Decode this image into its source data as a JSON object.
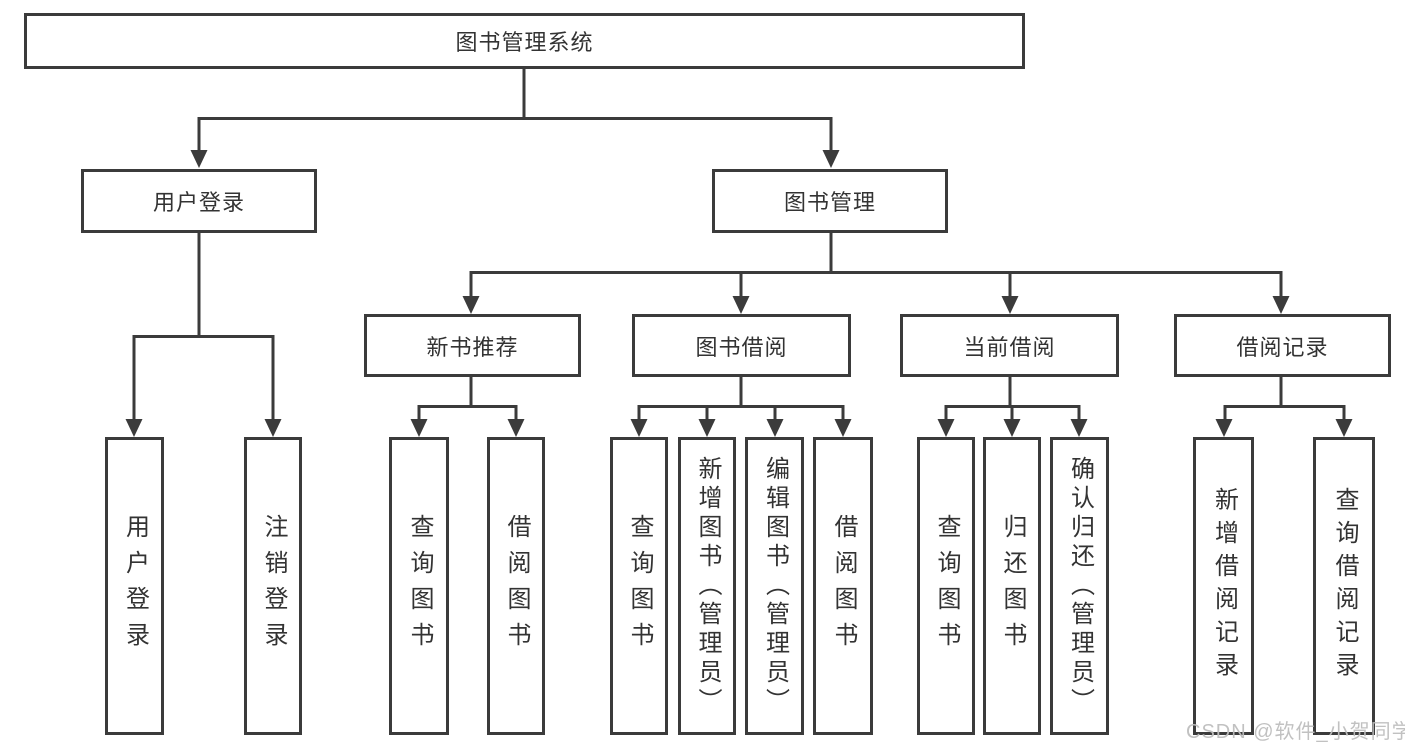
{
  "root": {
    "label": "图书管理系统"
  },
  "level2": [
    {
      "id": "user-login",
      "label": "用户登录"
    },
    {
      "id": "book-management",
      "label": "图书管理"
    }
  ],
  "level3": [
    {
      "id": "new-book-recommendation",
      "parent": "图书管理",
      "label": "新书推荐"
    },
    {
      "id": "book-borrowing",
      "parent": "图书管理",
      "label": "图书借阅"
    },
    {
      "id": "current-borrowing",
      "parent": "图书管理",
      "label": "当前借阅"
    },
    {
      "id": "borrowing-records",
      "parent": "图书管理",
      "label": "借阅记录"
    }
  ],
  "level4": [
    {
      "parent": "用户登录",
      "label": "用户登录"
    },
    {
      "parent": "用户登录",
      "label": "注销登录"
    },
    {
      "parent": "新书推荐",
      "label": "查询图书"
    },
    {
      "parent": "新书推荐",
      "label": "借阅图书"
    },
    {
      "parent": "图书借阅",
      "label": "查询图书"
    },
    {
      "parent": "图书借阅",
      "label": "新增图书（管理员）"
    },
    {
      "parent": "图书借阅",
      "label": "编辑图书（管理员）"
    },
    {
      "parent": "图书借阅",
      "label": "借阅图书"
    },
    {
      "parent": "当前借阅",
      "label": "查询图书"
    },
    {
      "parent": "当前借阅",
      "label": "归还图书"
    },
    {
      "parent": "当前借阅",
      "label": "确认归还（管理员）"
    },
    {
      "parent": "借阅记录",
      "label": "新增借阅记录"
    },
    {
      "parent": "借阅记录",
      "label": "查询借阅记录"
    }
  ],
  "watermark": {
    "text": "CSDN @软件_小贺同学"
  },
  "colors": {
    "line": "#3b3b3b",
    "text": "#333333",
    "box_background": "#ffffff",
    "page_background": "#ffffff",
    "watermark": "#bebebe"
  }
}
